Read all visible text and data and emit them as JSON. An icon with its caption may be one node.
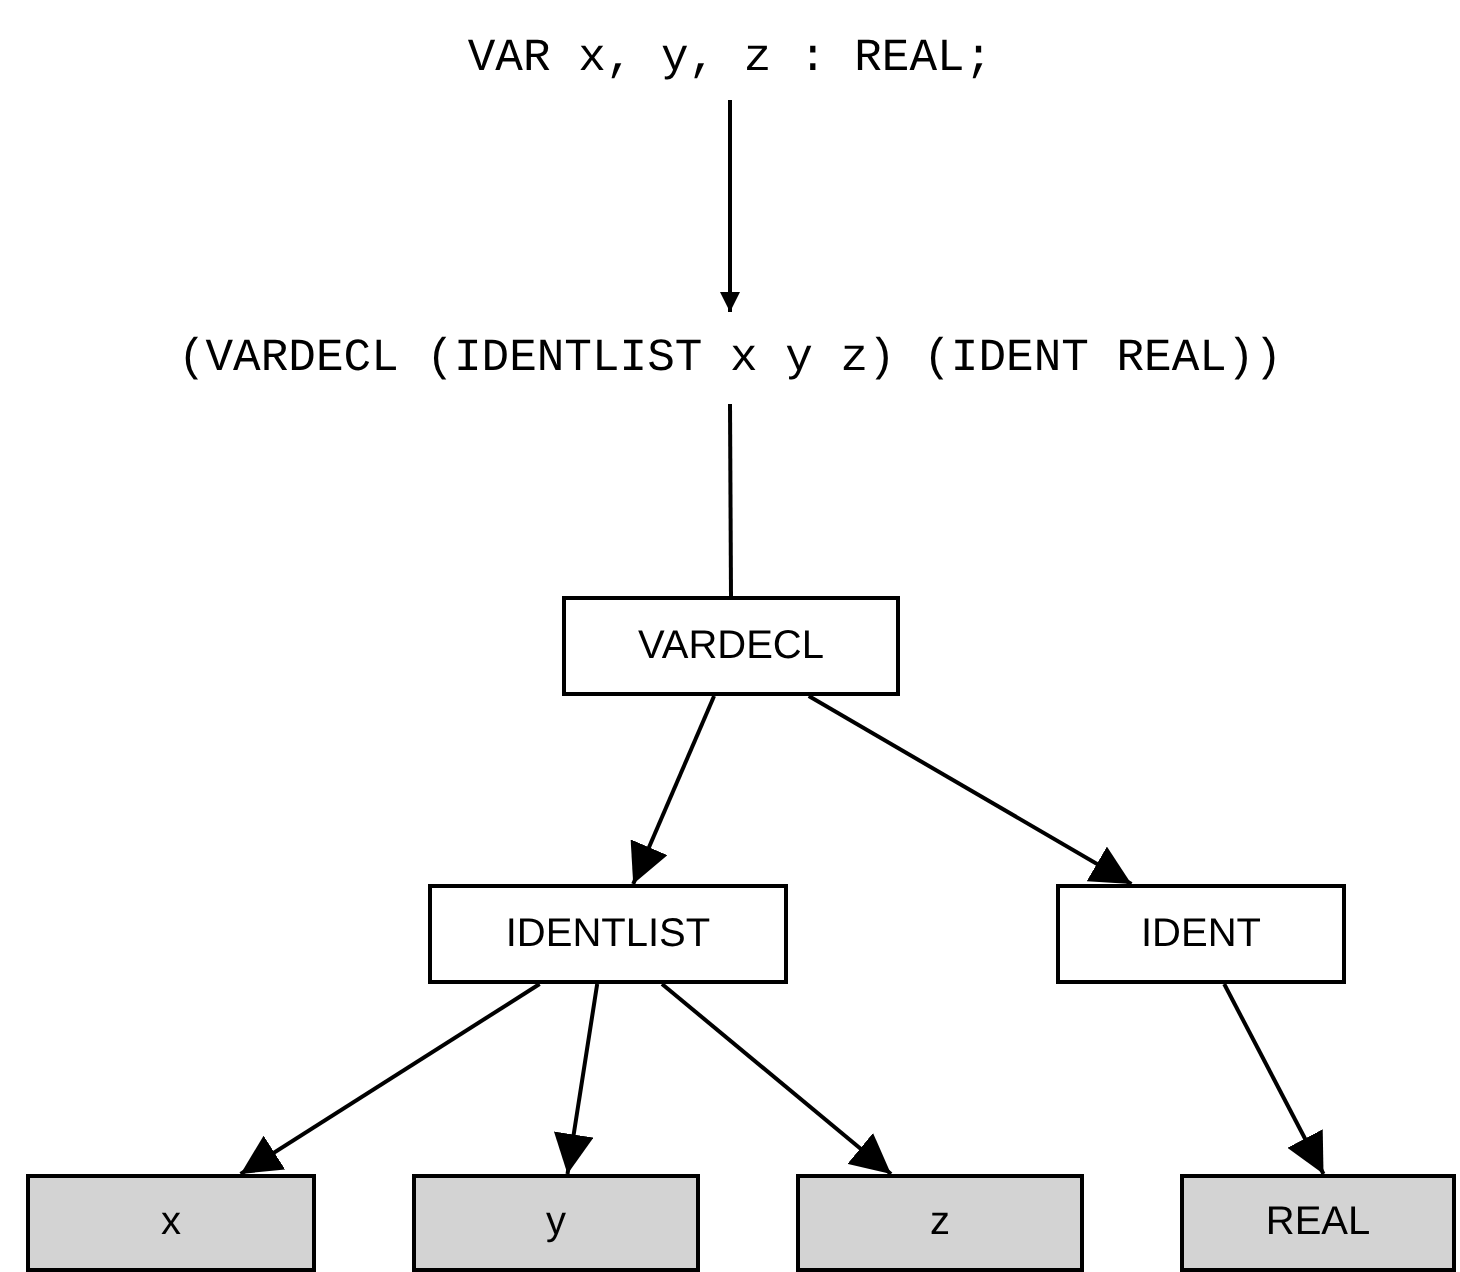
{
  "diagram": {
    "nodes": [
      {
        "text": [
          "VAR x, y, z : REAL;"
        ]
      },
      {
        "text": [
          "(VARDECL (IDENTLIST x y z) (IDENT REAL))"
        ]
      },
      {
        "text": [
          "VARDECL"
        ]
      },
      {
        "text": [
          "IDENTLIST"
        ]
      },
      {
        "text": [
          "IDENT"
        ]
      },
      {
        "text": [
          "x"
        ]
      },
      {
        "text": [
          "y"
        ]
      },
      {
        "text": [
          "z"
        ]
      },
      {
        "text": [
          "REAL"
        ]
      }
    ],
    "edges": [
      {
        "from": 0,
        "to": 1,
        "arrow": "to"
      },
      {
        "from": 1,
        "to": 2,
        "arrow": "none"
      },
      {
        "from": 2,
        "to": 3,
        "arrow": "to"
      },
      {
        "from": 2,
        "to": 4,
        "arrow": "to"
      },
      {
        "from": 3,
        "to": 5,
        "arrow": "to"
      },
      {
        "from": 3,
        "to": 6,
        "arrow": "to"
      },
      {
        "from": 3,
        "to": 7,
        "arrow": "to"
      },
      {
        "from": 4,
        "to": 8,
        "arrow": "to"
      }
    ]
  }
}
